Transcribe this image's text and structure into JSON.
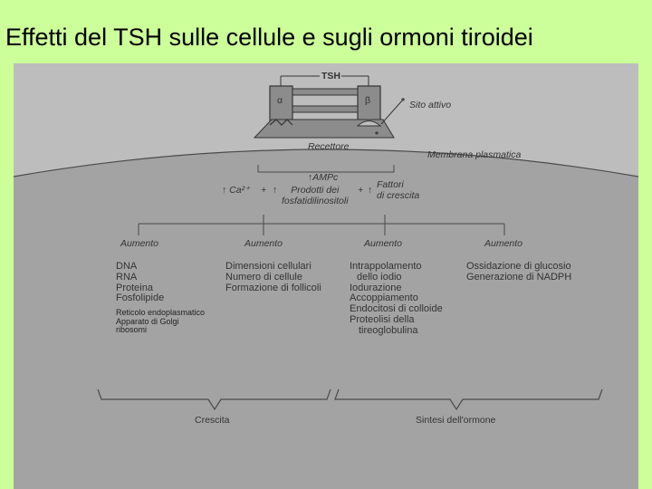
{
  "slide": {
    "title": "Effetti del TSH sulle cellule e sugli ormoni tiroidei"
  },
  "diagram": {
    "tsh": "TSH",
    "alpha": "α",
    "beta": "β",
    "site_star": "*",
    "site_label": "Sito attivo",
    "receptor_star": "*",
    "receptor": "Recettore",
    "membrane": "Membrana plasmatica",
    "ampc": "AMPc",
    "ca": "Ca²⁺",
    "plus1": "+",
    "plus2": "+",
    "prodotti": [
      "Prodotti dei",
      "fosfatidilinositoli"
    ],
    "fattori": [
      "Fattori",
      "di crescita"
    ],
    "arrow_up": "↑",
    "aumento": [
      "Aumento",
      "Aumento",
      "Aumento",
      "Aumento"
    ],
    "col1": [
      "DNA",
      "RNA",
      "Proteina",
      "Fosfolipide"
    ],
    "col2": [
      "Dimensioni cellulari",
      "Numero di cellule",
      "Formazione di follicoli"
    ],
    "col3": [
      "Intrappolamento",
      "dello iodio",
      "Iodurazione",
      "Accoppiamento",
      "Endocitosi di colloide",
      "Proteolisi della",
      "tireoglobulina"
    ],
    "col4": [
      "Ossidazione di glucosio",
      "Generazione di NADPH"
    ],
    "note": [
      "Reticolo endoplasmatico",
      "Apparato di Golgi",
      "ribosomi"
    ],
    "crescita": "Crescita",
    "sintesi": "Sintesi dell'ormone"
  },
  "colors": {
    "background": "#ccff99",
    "panel": "#bdbdbd",
    "cell": "#a3a3a3",
    "line": "#4a4a4a"
  }
}
